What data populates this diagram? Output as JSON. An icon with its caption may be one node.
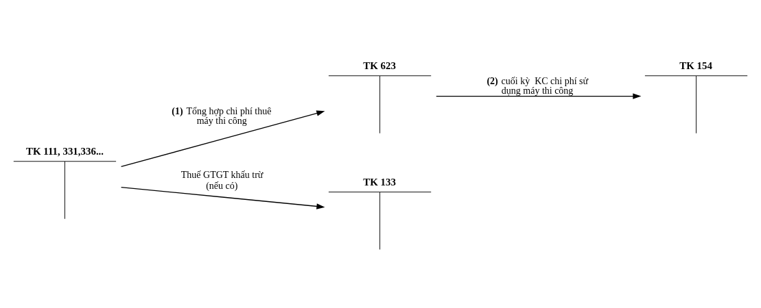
{
  "diagram": {
    "nodes": [
      {
        "text": [
          "TK 111, 331,336..."
        ]
      },
      {
        "text": [
          "TK 623"
        ]
      },
      {
        "text": [
          "TK 154"
        ]
      },
      {
        "text": [
          "TK 133"
        ]
      }
    ],
    "edges": [
      {
        "from": 0,
        "to": 1,
        "arrow": "to",
        "label": "**(1)** Tổng hợp chi phí thuê máy thi công"
      },
      {
        "from": 1,
        "to": 2,
        "arrow": "to",
        "label": "**(2)** cuối kỳ  KC chi phí sử dụng máy thi công"
      },
      {
        "from": 0,
        "to": 3,
        "arrow": "to",
        "label": "Thuế GTGT khấu trừ (nếu có)"
      }
    ]
  }
}
